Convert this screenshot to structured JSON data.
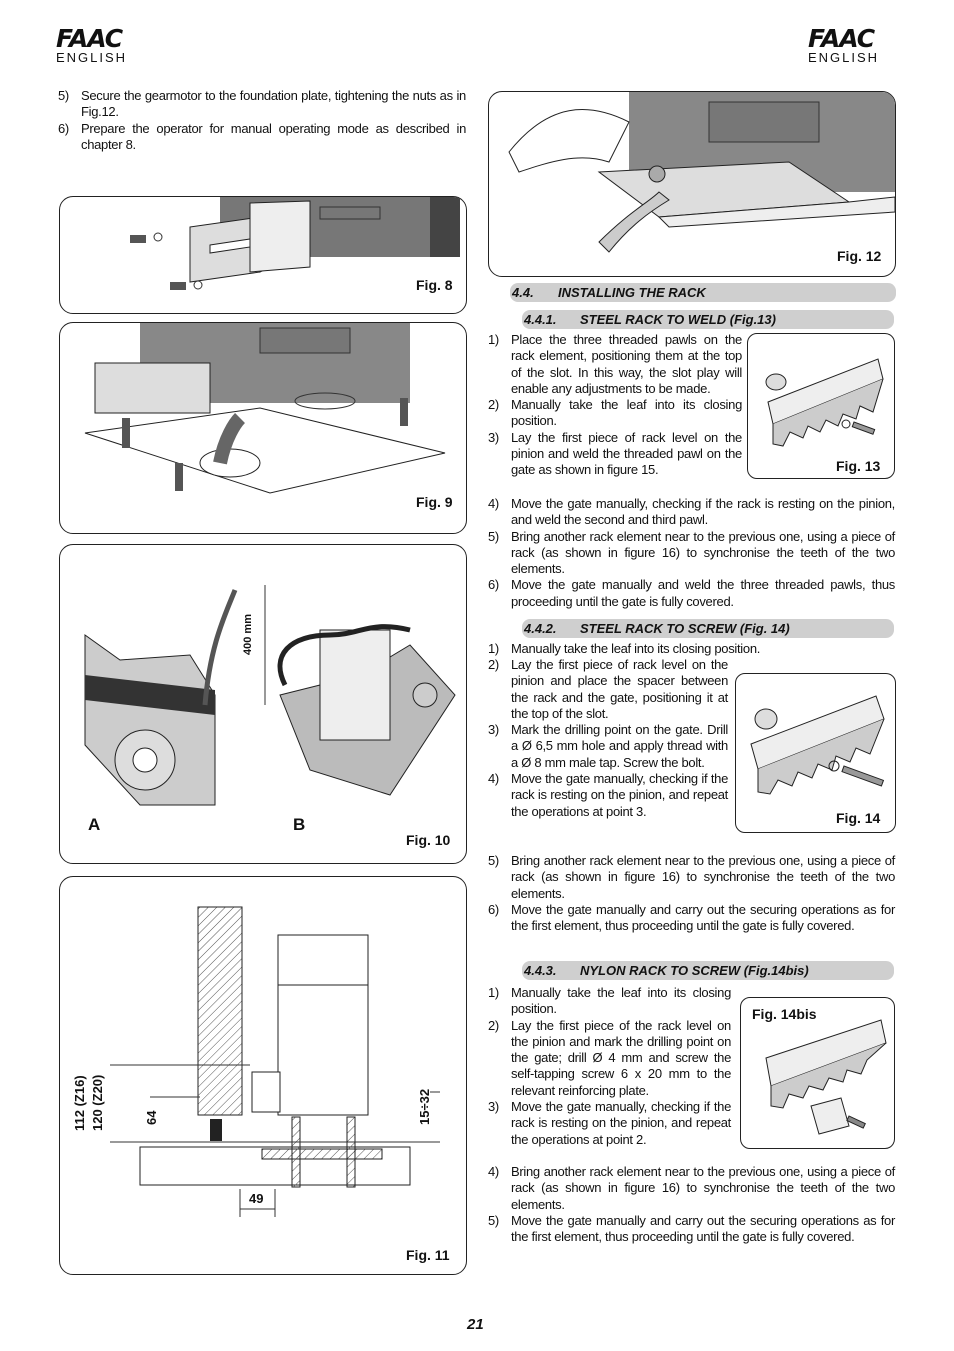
{
  "header": {
    "brand": "FAAC",
    "language": "ENGLISH"
  },
  "left_steps": [
    {
      "num": "5)",
      "text": "Secure the gearmotor to the foundation plate, tightening the nuts as in Fig.12."
    },
    {
      "num": "6)",
      "text": "Prepare the operator for manual operating mode as described in chapter 8."
    }
  ],
  "figures": {
    "fig8": {
      "label": "Fig. 8"
    },
    "fig9": {
      "label": "Fig. 9"
    },
    "fig10": {
      "label": "Fig. 10",
      "label_a": "A",
      "label_b": "B",
      "dimension": "400 mm"
    },
    "fig11": {
      "label": "Fig. 11",
      "dim_112": "112 (Z16)",
      "dim_120": "120 (Z20)",
      "dim_64": "64",
      "dim_15": "15÷32",
      "dim_49": "49"
    },
    "fig12": {
      "label": "Fig. 12"
    },
    "fig13": {
      "label": "Fig. 13"
    },
    "fig14": {
      "label": "Fig. 14"
    },
    "fig14bis": {
      "label": "Fig. 14bis"
    }
  },
  "section_44": {
    "num": "4.4.",
    "title": "INSTALLING THE RACK"
  },
  "section_441": {
    "num": "4.4.1.",
    "title": "STEEL RACK TO WELD (Fig.13)",
    "steps": [
      {
        "num": "1)",
        "text": "Place the three threaded pawls on the rack element, positioning them at the top of the slot. In this way, the slot play will enable any adjustments to be made."
      },
      {
        "num": "2)",
        "text": "Manually take the leaf into its closing position."
      },
      {
        "num": "3)",
        "text": "Lay the first piece of rack level on the pinion and weld the threaded pawl on the gate as shown in figure 15."
      },
      {
        "num": "4)",
        "text": "Move the gate manually, checking if the rack is resting on the pinion, and weld the second and third pawl."
      },
      {
        "num": "5)",
        "text": "Bring another rack element near to the previous one, using a piece of rack (as shown in figure 16) to synchronise the teeth of the two elements."
      },
      {
        "num": "6)",
        "text": "Move the gate manually and weld the three threaded pawls, thus proceeding until the gate is fully covered."
      }
    ]
  },
  "section_442": {
    "num": "4.4.2.",
    "title": "STEEL RACK TO SCREW (Fig. 14)",
    "steps": [
      {
        "num": "1)",
        "text": "Manually take the leaf into its closing position."
      },
      {
        "num": "2)",
        "text": "Lay the first piece of rack level on the pinion and place the spacer between the rack and the gate, positioning it at the top of the slot."
      },
      {
        "num": "3)",
        "text": "Mark the drilling point on the gate. Drill a Ø 6,5 mm hole and apply thread with a Ø 8 mm male tap. Screw the bolt."
      },
      {
        "num": "4)",
        "text": "Move the gate manually, checking if the rack is resting on the pinion, and repeat the operations at point 3."
      },
      {
        "num": "5)",
        "text": "Bring another rack element near to the previous one, using a piece of rack (as shown in figure 16) to synchronise the teeth of the two elements."
      },
      {
        "num": "6)",
        "text": "Move the gate manually and carry out the securing operations as for the first element, thus proceeding until the gate is fully covered."
      }
    ]
  },
  "section_443": {
    "num": "4.4.3.",
    "title": "NYLON RACK TO SCREW (Fig.14bis)",
    "steps": [
      {
        "num": "1)",
        "text": "Manually take the leaf into its closing position."
      },
      {
        "num": "2)",
        "text": "Lay the first piece of the rack level on the pinion and mark the drilling point on the gate; drill Ø 4 mm and screw the self-tapping screw 6 x 20 mm to the relevant reinforcing plate."
      },
      {
        "num": "3)",
        "text": "Move the gate manually, checking if the rack is resting on the pinion, and repeat the operations at point 2."
      },
      {
        "num": "4)",
        "text": "Bring another rack element near to the previous one, using a piece of rack (as shown in figure 16) to synchronise the teeth of the two elements."
      },
      {
        "num": "5)",
        "text": "Move the gate manually and carry out the securing operations as for the first element, thus proceeding until the gate is fully covered."
      }
    ]
  },
  "page_number": "21"
}
